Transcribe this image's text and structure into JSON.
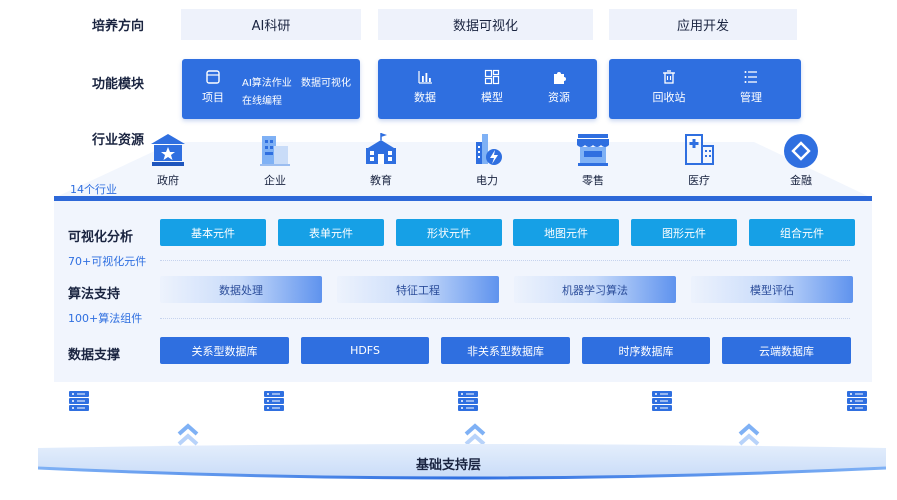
{
  "rows": {
    "goals_label": "培养方向",
    "modules_label": "功能模块",
    "resources_label": "行业资源"
  },
  "goals": [
    "AI科研",
    "数据可视化",
    "应用开发"
  ],
  "modules": {
    "box1": {
      "project_label": "项目",
      "link1": "AI算法作业",
      "link2": "数据可视化",
      "link3": "在线编程"
    },
    "box2": [
      {
        "label": "数据",
        "icon": "bar-chart-icon"
      },
      {
        "label": "模型",
        "icon": "model-grid-icon"
      },
      {
        "label": "资源",
        "icon": "puzzle-icon"
      }
    ],
    "box3": [
      {
        "label": "回收站",
        "icon": "trash-icon"
      },
      {
        "label": "管理",
        "icon": "list-icon"
      }
    ]
  },
  "industry_count": "14个行业",
  "industries": [
    {
      "label": "政府",
      "icon": "government-icon"
    },
    {
      "label": "企业",
      "icon": "enterprise-icon"
    },
    {
      "label": "教育",
      "icon": "school-icon"
    },
    {
      "label": "电力",
      "icon": "power-icon"
    },
    {
      "label": "零售",
      "icon": "store-icon"
    },
    {
      "label": "医疗",
      "icon": "hospital-icon"
    },
    {
      "label": "金融",
      "icon": "finance-icon"
    }
  ],
  "tiers": {
    "visualization": {
      "label": "可视化分析",
      "count": "70+可视化元件",
      "items": [
        "基本元件",
        "表单元件",
        "形状元件",
        "地图元件",
        "图形元件",
        "组合元件"
      ]
    },
    "algorithm": {
      "label": "算法支持",
      "count": "100+算法组件",
      "items": [
        "数据处理",
        "特征工程",
        "机器学习算法",
        "模型评估"
      ]
    },
    "data": {
      "label": "数据支撑",
      "items": [
        "关系型数据库",
        "HDFS",
        "非关系型数据库",
        "时序数据库",
        "云端数据库"
      ]
    }
  },
  "base_label": "基础支持层",
  "colors": {
    "primary": "#2f6fe0",
    "cyan": "#16a0e6",
    "panel": "#f1f5fd",
    "goal_bg": "#eef2fb"
  }
}
